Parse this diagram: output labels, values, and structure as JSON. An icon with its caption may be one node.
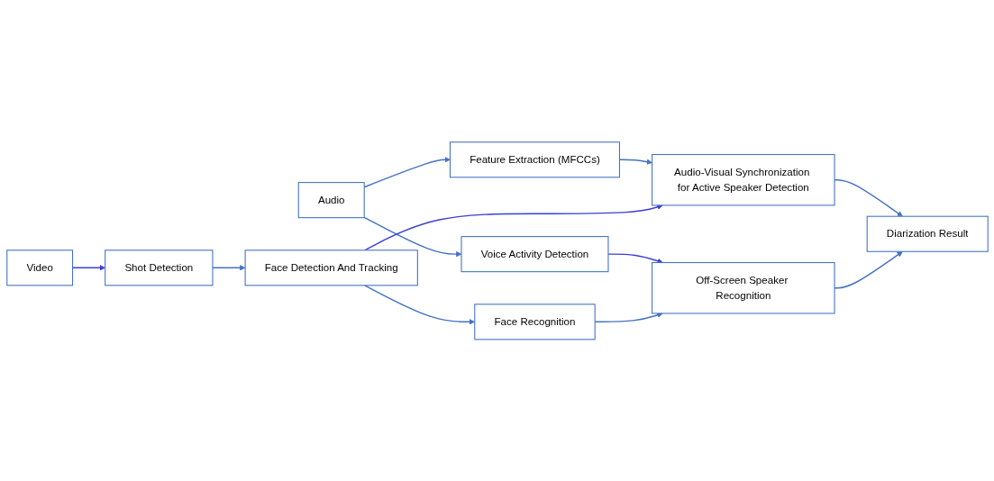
{
  "diagram": {
    "nodes": [
      {
        "text": [
          "Audio"
        ]
      },
      {
        "text": [
          "Feature Extraction (MFCCs)"
        ]
      },
      {
        "text": [
          "Voice Activity Detection"
        ]
      },
      {
        "text": [
          "Video"
        ]
      },
      {
        "text": [
          "Shot Detection"
        ]
      },
      {
        "text": [
          "Audio-Visual Synchronization for Active Speaker Detection"
        ]
      },
      {
        "text": [
          "Face Detection And Tracking"
        ]
      },
      {
        "text": [
          "Diarization Result"
        ]
      },
      {
        "text": [
          "Off-Screen Speaker Recognition"
        ]
      },
      {
        "text": [
          "Face Recognition"
        ]
      }
    ],
    "edges": [
      {
        "from": 0,
        "to": 1,
        "arrow": "to"
      },
      {
        "from": 0,
        "to": 2,
        "arrow": "to"
      },
      {
        "from": 1,
        "to": 5,
        "arrow": "to"
      },
      {
        "from": 2,
        "to": 8,
        "arrow": "to",
        "color": "#3b3fd1"
      },
      {
        "from": 3,
        "to": 4,
        "arrow": "to",
        "color": "#3b3fd1"
      },
      {
        "from": 4,
        "to": 6,
        "arrow": "to"
      },
      {
        "from": 6,
        "to": 5,
        "arrow": "to",
        "color": "#3b3fd1"
      },
      {
        "from": 5,
        "to": 7,
        "arrow": "to"
      },
      {
        "from": 6,
        "to": 9,
        "arrow": "to"
      },
      {
        "from": 9,
        "to": 8,
        "arrow": "to"
      },
      {
        "from": 8,
        "to": 7,
        "arrow": "to"
      }
    ]
  }
}
